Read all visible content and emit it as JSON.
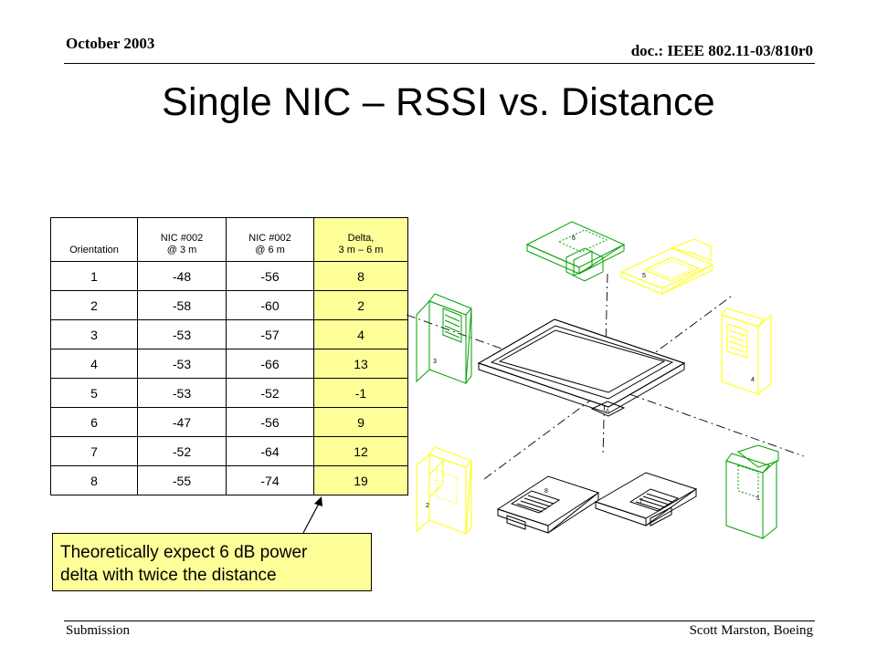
{
  "header": {
    "date": "October 2003",
    "doc_id": "doc.: IEEE 802.11-03/810r0"
  },
  "title": "Single NIC – RSSI vs. Distance",
  "table": {
    "headers": [
      [
        "Orientation"
      ],
      [
        "NIC #002",
        "@ 3 m"
      ],
      [
        "NIC #002",
        "@ 6 m"
      ],
      [
        "Delta,",
        "3 m – 6 m"
      ]
    ],
    "rows": [
      [
        "1",
        "-48",
        "-56",
        "8"
      ],
      [
        "2",
        "-58",
        "-60",
        "2"
      ],
      [
        "3",
        "-53",
        "-57",
        "4"
      ],
      [
        "4",
        "-53",
        "-66",
        "13"
      ],
      [
        "5",
        "-53",
        "-52",
        "-1"
      ],
      [
        "6",
        "-47",
        "-56",
        "9"
      ],
      [
        "7",
        "-52",
        "-64",
        "12"
      ],
      [
        "8",
        "-55",
        "-74",
        "19"
      ]
    ]
  },
  "callout": {
    "line1": "Theoretically expect 6 dB power",
    "line2": "delta with twice the distance"
  },
  "diagram": {
    "orientation_labels": [
      "1",
      "2",
      "3",
      "4",
      "5",
      "6",
      "7",
      "8"
    ],
    "colors": {
      "green": "#00a000",
      "yellow": "#ffff00",
      "black": "#000000",
      "highlight": "#ffff99"
    }
  },
  "footer": {
    "left": "Submission",
    "right": "Scott Marston, Boeing"
  }
}
